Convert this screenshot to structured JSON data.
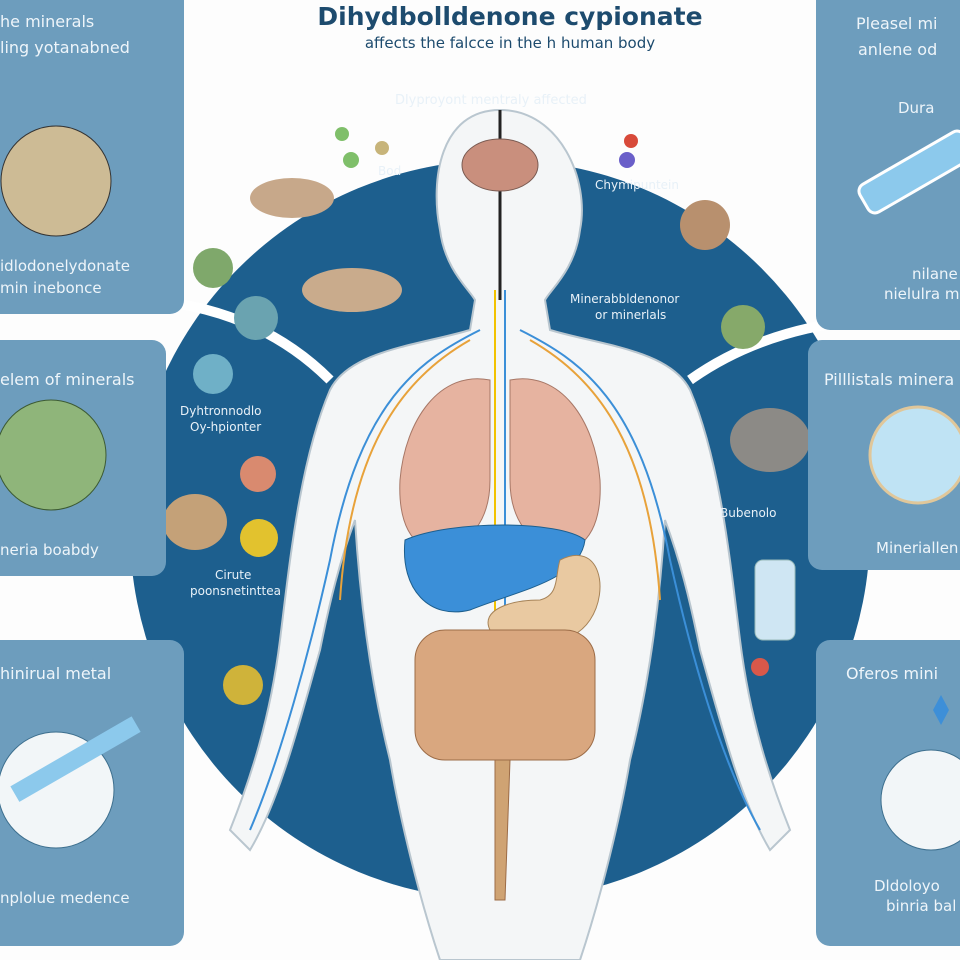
{
  "header": {
    "title": "Dihydbolldenone cypionate",
    "subtitle": "affects the falcce in the h human body"
  },
  "circle": {
    "heading": "Dlyproyont mentraly affected",
    "labels": {
      "bod": "Bod",
      "chym": "Chymipuntein",
      "miner1": "Minerabbldenonor",
      "miner2": "or minerlals",
      "dyht1": "Dyhtronnodlo",
      "dyht2": "Oy-hpionter",
      "cirute1": "Cirute",
      "cirute2": "poonsnetinttea",
      "buben": "Bubenolo"
    }
  },
  "left_panels": [
    {
      "line1": "he minerals",
      "line2": "ling yotanabned",
      "line3": "idlodonelydonate",
      "line4": "min inebonce"
    },
    {
      "line1": "elem of minerals",
      "line2": "neria boabdy"
    },
    {
      "line1": "hinirual metal",
      "line2": "nplolue medence"
    }
  ],
  "right_panels": [
    {
      "line1": "Pleasel mi",
      "line2": "anlene od",
      "line3": "Dura",
      "line4": "nilane",
      "line5": "nielulra m"
    },
    {
      "line1": "Pilllistals minera",
      "line2": "Mineriallen"
    },
    {
      "line1": "Oferos mini",
      "line2": "Dldoloyo",
      "line3": "binria bal"
    }
  ],
  "colors": {
    "circle": "#1d5f8e",
    "panel": "#6d9dbd",
    "title": "#1d4b6e",
    "liver": "#3b8fd8",
    "lungs": "#e6b3a0",
    "intestine": "#d9a77f"
  }
}
